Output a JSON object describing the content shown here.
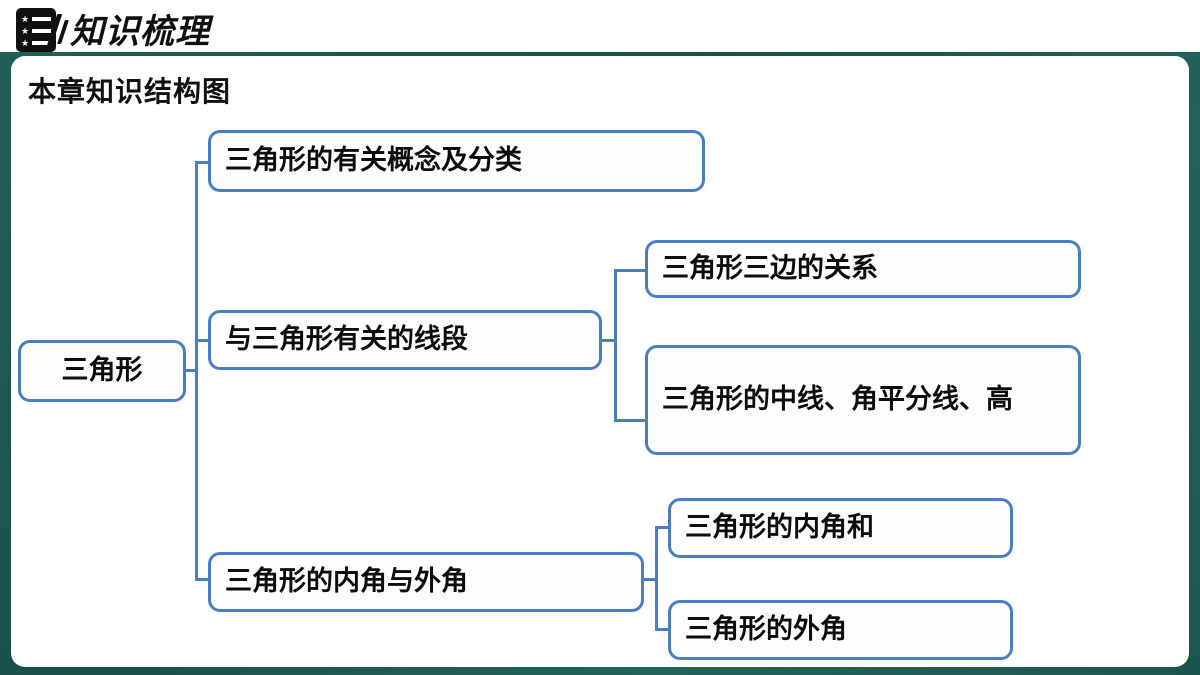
{
  "header": {
    "icon": "list-star-icon",
    "title": "知识梳理"
  },
  "section": {
    "title": "本章知识结构图"
  },
  "colors": {
    "frame": "#1f5a52",
    "board": "#ffffff",
    "node_border": "#4a7ec4",
    "node_fill": "#fdfdfd",
    "text": "#0d0d0d"
  },
  "chart_data": {
    "type": "diagram",
    "title": "本章知识结构图",
    "root": "三角形",
    "nodes": [
      {
        "id": "root",
        "label": "三角形",
        "level": 0
      },
      {
        "id": "concept",
        "label": "三角形的有关概念及分类",
        "level": 1
      },
      {
        "id": "seg",
        "label": "与三角形有关的线段",
        "level": 1
      },
      {
        "id": "angle",
        "label": "三角形的内角与外角",
        "level": 1
      },
      {
        "id": "rel",
        "label": "三角形三边的关系",
        "level": 2
      },
      {
        "id": "med",
        "label": "三角形的中线、角平分线、高",
        "level": 2
      },
      {
        "id": "sum",
        "label": "三角形的内角和",
        "level": 2
      },
      {
        "id": "ext",
        "label": "三角形的外角",
        "level": 2
      }
    ],
    "edges": [
      {
        "from": "root",
        "to": "concept"
      },
      {
        "from": "root",
        "to": "seg"
      },
      {
        "from": "root",
        "to": "angle"
      },
      {
        "from": "seg",
        "to": "rel"
      },
      {
        "from": "seg",
        "to": "med"
      },
      {
        "from": "angle",
        "to": "sum"
      },
      {
        "from": "angle",
        "to": "ext"
      }
    ]
  }
}
